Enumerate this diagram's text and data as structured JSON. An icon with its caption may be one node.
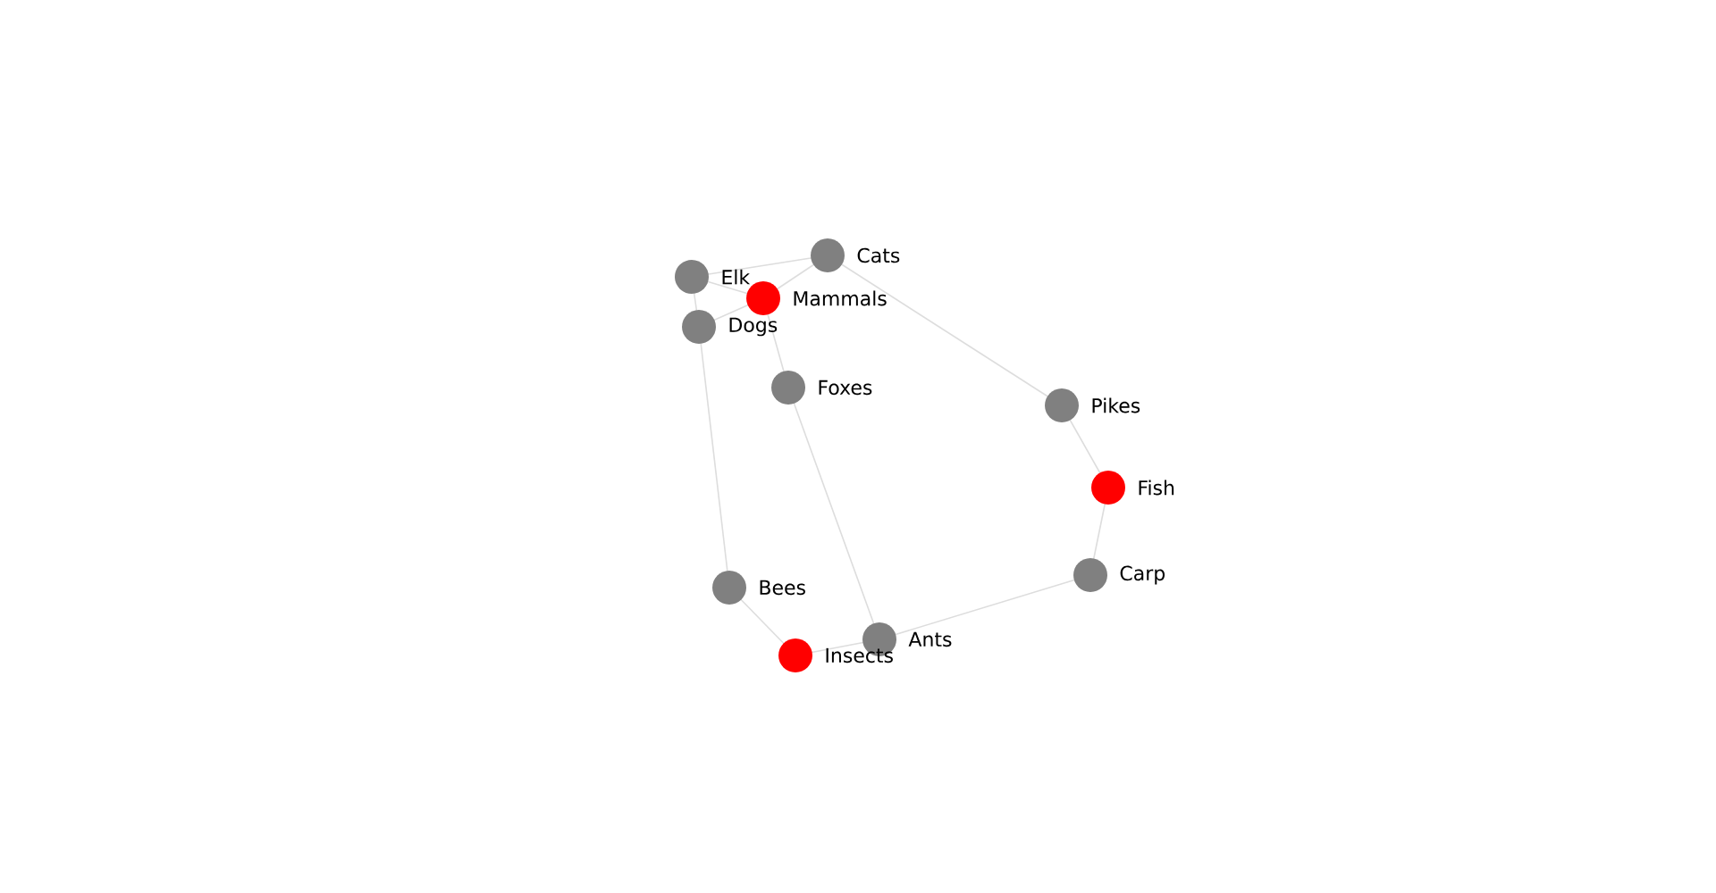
{
  "diagram": {
    "nodes": [
      {
        "text": [
          "Elk"
        ]
      },
      {
        "text": [
          "Cats"
        ]
      },
      {
        "text": [
          "Mammals"
        ]
      },
      {
        "text": [
          "Dogs"
        ]
      },
      {
        "text": [
          "Foxes"
        ]
      },
      {
        "text": [
          "Pikes"
        ]
      },
      {
        "text": [
          "Fish"
        ]
      },
      {
        "text": [
          "Carp"
        ]
      },
      {
        "text": [
          "Bees"
        ]
      },
      {
        "text": [
          "Ants"
        ]
      },
      {
        "text": [
          "Insects"
        ]
      }
    ],
    "edges": [
      {
        "from": 0,
        "to": 1,
        "arrow": "none"
      },
      {
        "from": 0,
        "to": 2,
        "arrow": "none"
      },
      {
        "from": 3,
        "to": 2,
        "arrow": "none"
      },
      {
        "from": 0,
        "to": 3,
        "arrow": "none"
      },
      {
        "from": 2,
        "to": 1,
        "arrow": "none"
      },
      {
        "from": 2,
        "to": 4,
        "arrow": "none"
      },
      {
        "from": 4,
        "to": 9,
        "arrow": "none"
      },
      {
        "from": 1,
        "to": 5,
        "arrow": "none"
      },
      {
        "from": 5,
        "to": 6,
        "arrow": "none"
      },
      {
        "from": 6,
        "to": 7,
        "arrow": "none"
      },
      {
        "from": 7,
        "to": 9,
        "arrow": "none"
      },
      {
        "from": 3,
        "to": 8,
        "arrow": "none"
      },
      {
        "from": 8,
        "to": 10,
        "arrow": "none"
      },
      {
        "from": 10,
        "to": 9,
        "arrow": "none"
      }
    ]
  }
}
